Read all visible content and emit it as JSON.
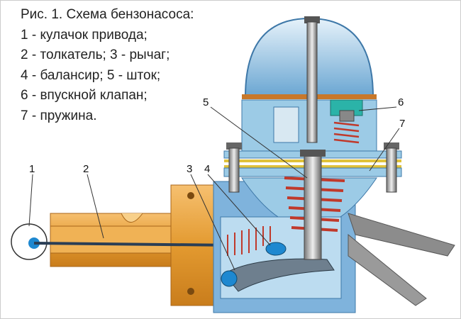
{
  "caption": {
    "title": "Рис. 1. Схема бензонасоса:",
    "lines": [
      "1 - кулачок привода;",
      "2 - толкатель; 3 - рычаг;",
      "4 - балансир; 5 - шток;",
      "6 - впускной клапан;",
      "7 - пружина."
    ]
  },
  "labels": {
    "l1": "1",
    "l2": "2",
    "l3": "3",
    "l4": "4",
    "l5": "5",
    "l6": "6",
    "l7": "7"
  },
  "colors": {
    "body": "#9ccbe6",
    "body_dark": "#4f8fc0",
    "orange": "#e9a23a",
    "spring": "#c0392b",
    "gasket": "#e0c23a"
  }
}
